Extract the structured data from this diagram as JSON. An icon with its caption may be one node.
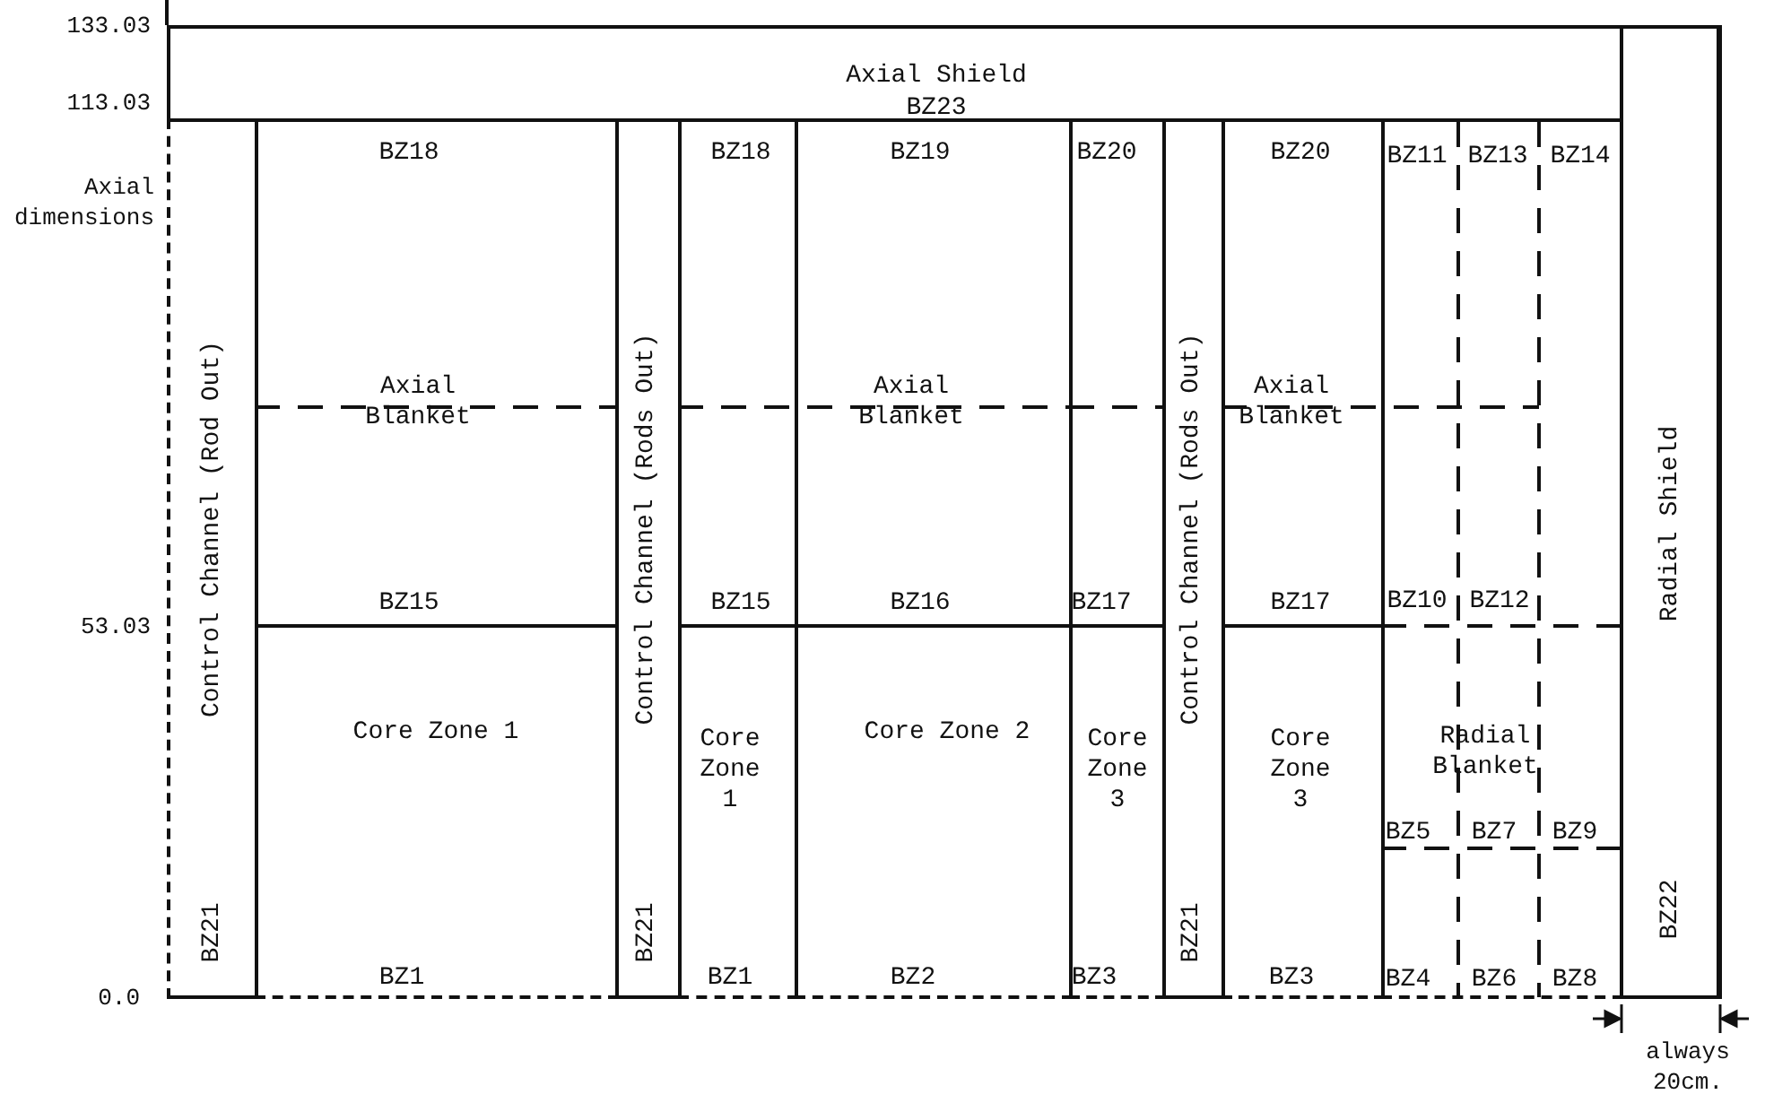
{
  "diagram": {
    "nodes": [
      {
        "text": [
          "Axial Shield",
          "BZ23"
        ]
      },
      {
        "text": [
          "Radial Shield",
          "BZ22"
        ]
      },
      {
        "text": [
          "Control Channel (Rod Out)",
          "BZ21"
        ]
      },
      {
        "text": [
          "BZ18",
          "Axial Blanket",
          "BZ15",
          "Core Zone 1",
          "BZ1"
        ]
      },
      {
        "text": [
          "Control Channel (Rods Out)",
          "BZ21"
        ]
      },
      {
        "text": [
          "BZ18",
          "BZ15",
          "Core Zone 1",
          "BZ1"
        ]
      },
      {
        "text": [
          "BZ19",
          "Axial Blanket",
          "BZ16",
          "Core Zone 2",
          "BZ2"
        ]
      },
      {
        "text": [
          "BZ20",
          "BZ17",
          "Core Zone 3",
          "BZ3"
        ]
      },
      {
        "text": [
          "Control Channel (Rods Out)",
          "BZ21"
        ]
      },
      {
        "text": [
          "BZ20",
          "Axial Blanket",
          "BZ17",
          "Core Zone 3",
          "BZ3"
        ]
      },
      {
        "text": [
          "BZ11",
          "BZ13",
          "BZ14",
          "BZ10",
          "BZ12",
          "Radial Blanket",
          "BZ5",
          "BZ7",
          "BZ9",
          "BZ4",
          "BZ6",
          "BZ8"
        ]
      }
    ],
    "labels": [
      "133.03",
      "113.03",
      "Axial dimensions",
      "53.03",
      "0.0",
      "always 20cm."
    ]
  }
}
